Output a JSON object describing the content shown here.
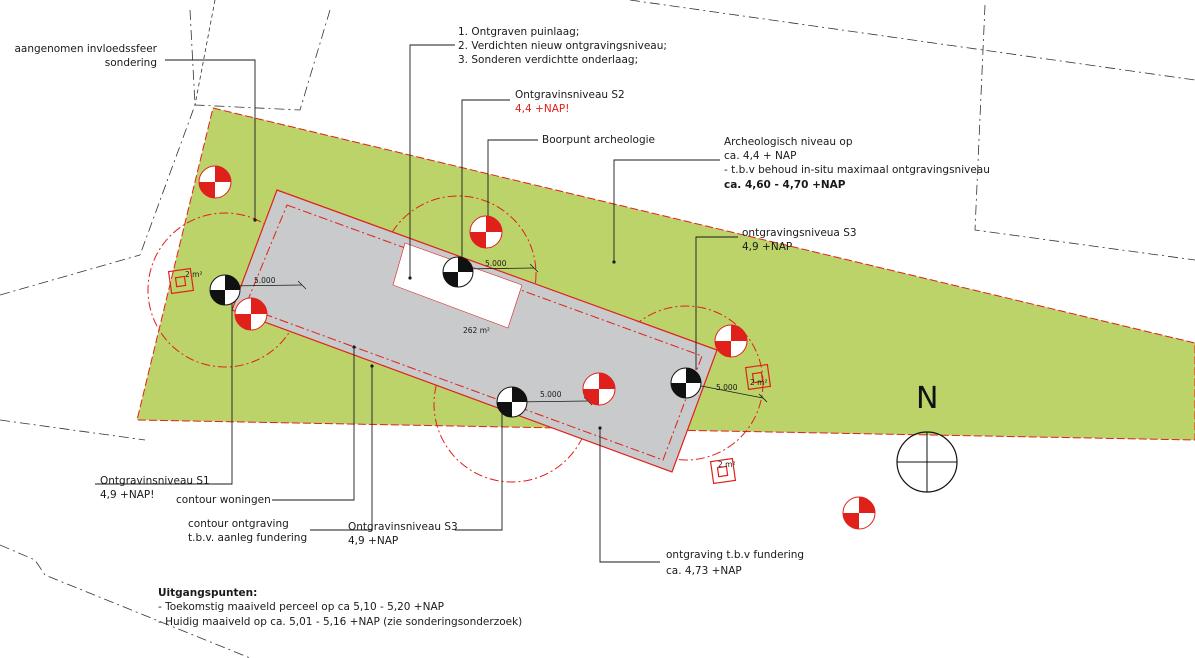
{
  "north_label": "N",
  "annotations": {
    "invloed_1": "aangenomen invloedssfeer",
    "invloed_2": "sondering",
    "steps_1": "1. Ontgraven puinlaag;",
    "steps_2": "2. Verdichten nieuw ontgravingsniveau;",
    "steps_3": "3. Sonderen verdichtte onderlaag;",
    "s2_title": "Ontgravinsniveau S2",
    "s2_value": "4,4 +NAP!",
    "boorpunt": "Boorpunt archeologie",
    "arch_1": "Archeologisch niveau op",
    "arch_2": "ca. 4,4 + NAP",
    "arch_3": "- t.b.v behoud in-situ maximaal ontgravingsniveau",
    "arch_4": "ca. 4,60 - 4,70 +NAP",
    "s3r_title": "ontgravingsniveua S3",
    "s3r_value": "4,9 +NAP",
    "s1_title": "Ontgravinsniveau S1",
    "s1_value": "4,9 +NAP!",
    "contour_woningen": "contour woningen",
    "contour_ontgr_1": "contour ontgraving",
    "contour_ontgr_2": "t.b.v. aanleg fundering",
    "s3b_title": "Ontgravinsniveau S3",
    "s3b_value": "4,9 +NAP",
    "fund_1": "ontgraving t.b.v fundering",
    "fund_2": "ca. 4,73 +NAP"
  },
  "dimensions": {
    "d1": "5.000",
    "d2": "5.000",
    "d3": "5.000",
    "d4": "5.000",
    "area": "262 m²",
    "small_1": "2 m²",
    "small_2": "2 m²",
    "small_3": "2 m²"
  },
  "uitgangspunten": {
    "title": "Uitgangspunten:",
    "item_1": "- Toekomstig maaiveld perceel op ca 5,10 - 5,20 +NAP",
    "item_2": "- Huidig maaiveld op ca. 5,01 - 5,16 +NAP (zie sonderingsonderzoek)"
  },
  "colors": {
    "plot_green": "#bcd36a",
    "building_grey": "#c9cacb",
    "contour_red": "#e0201b",
    "line_dark": "#1a1a1a"
  }
}
